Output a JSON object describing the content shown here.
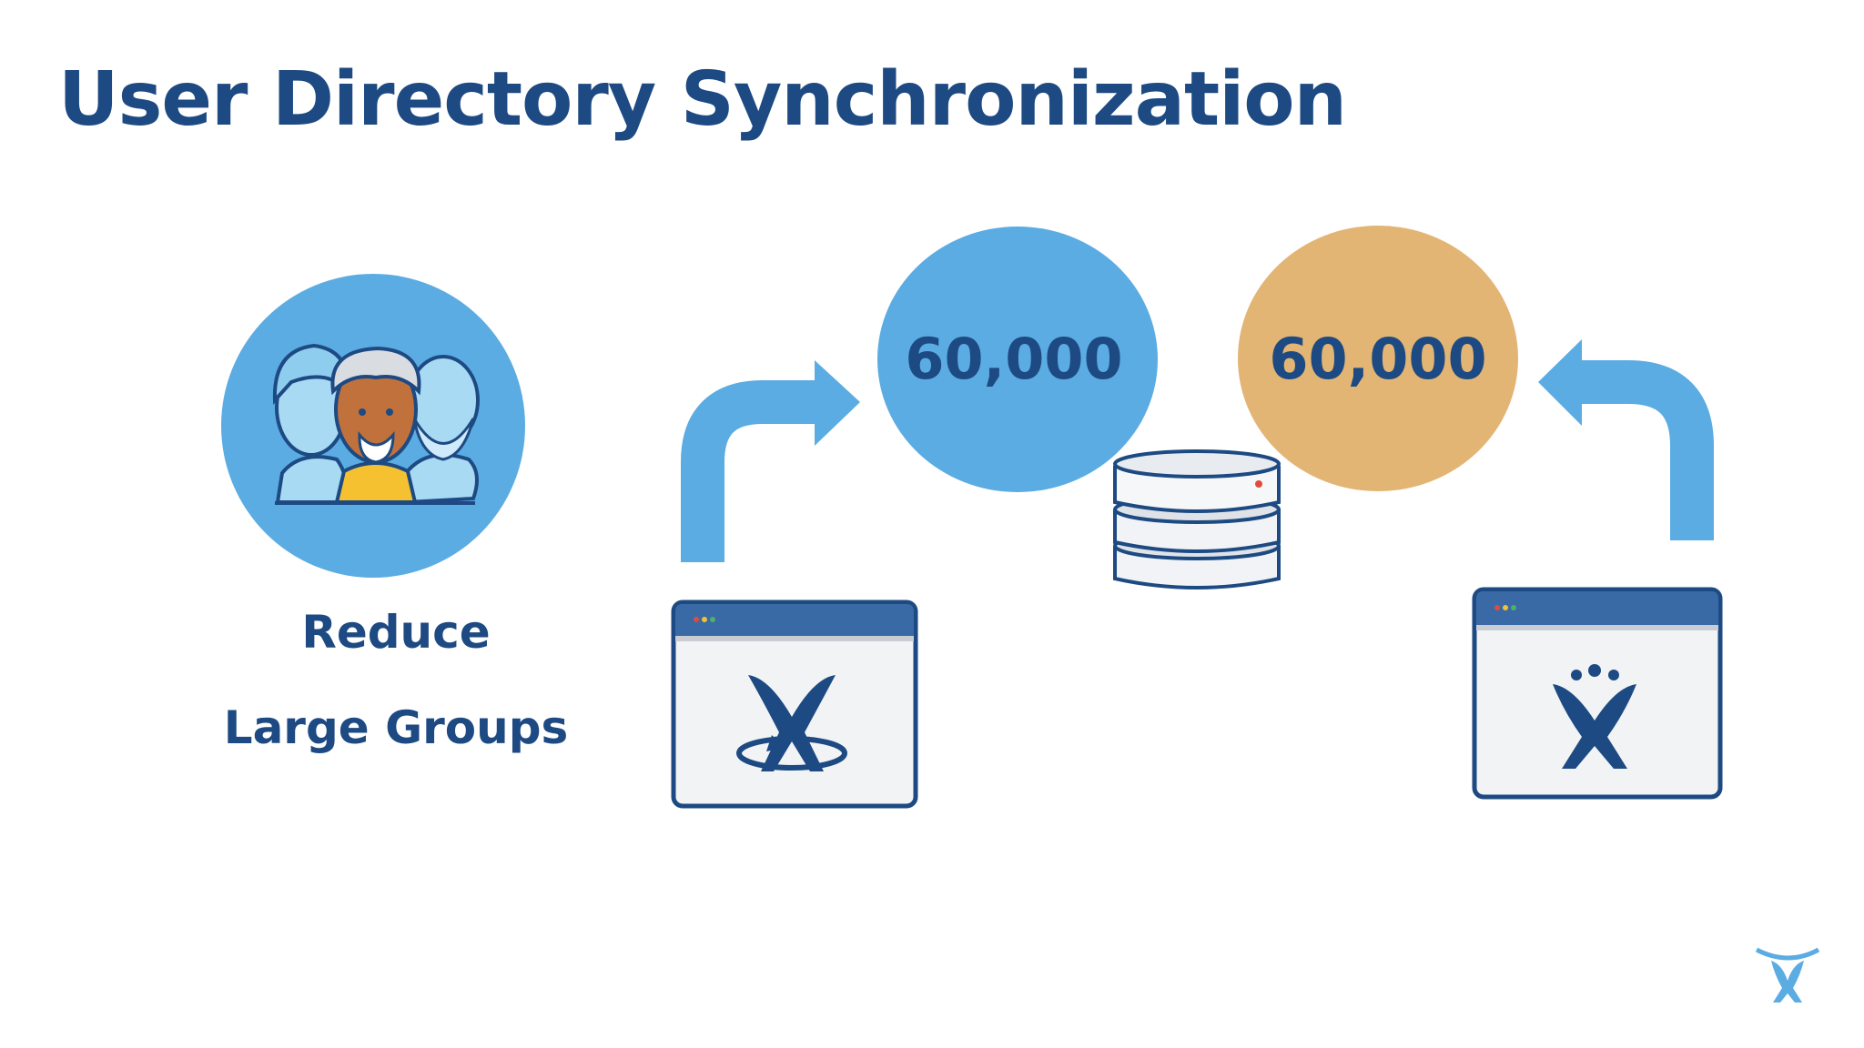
{
  "slide": {
    "title": "User Directory Synchronization",
    "labels": [
      "Reduce",
      "Large Groups"
    ]
  },
  "counts": {
    "left": "60,000",
    "right": "60,000"
  },
  "colors": {
    "title": "#1d4a82",
    "blue_circle": "#5bace2",
    "orange_circle": "#e3b574",
    "arrow": "#5bace2",
    "window_header": "#3a6aa5"
  },
  "icons": [
    "users-group-icon",
    "crowd-logo-icon",
    "database-icon",
    "jira-logo-icon",
    "atlassian-logo-icon",
    "arrow-up-right-icon",
    "arrow-up-left-icon"
  ]
}
